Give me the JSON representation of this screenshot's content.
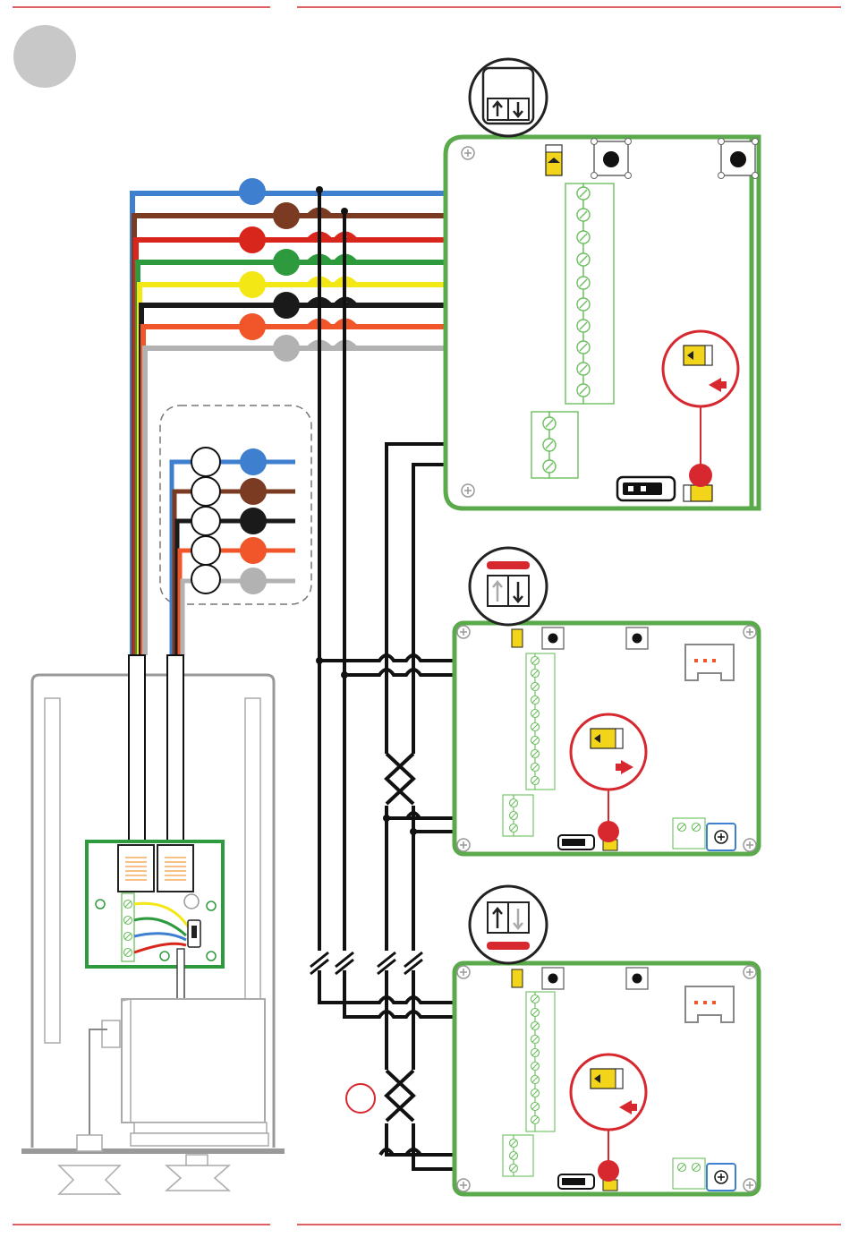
{
  "colors": {
    "accent": "#d7282f",
    "board": "#5aaa4b",
    "terminal": "#6cbf5e",
    "jumper": "#f2d51b",
    "motor_grey": "#9a9a9a",
    "wires": {
      "blue": "#3f7fcf",
      "brown": "#7a3b22",
      "red": "#d9261c",
      "green": "#2e9a3e",
      "yellow": "#f3e716",
      "black": "#1a1a1a",
      "orange": "#f0562a",
      "grey": "#b2b2b2"
    }
  },
  "diagram": {
    "page_badge": "",
    "bus_wires": [
      "blue",
      "brown",
      "red",
      "green",
      "yellow",
      "black",
      "orange",
      "grey"
    ],
    "connector_wires": [
      "blue",
      "brown",
      "black",
      "orange",
      "grey"
    ],
    "step_marker": ""
  },
  "boards": [
    {
      "name": "master-control-board",
      "direction_icon": "up-down-arrows-icon",
      "direction": "both"
    },
    {
      "name": "slave-control-board-1",
      "direction_icon": "down-arrow-icon",
      "direction": "down",
      "indicator": "top-bar"
    },
    {
      "name": "slave-control-board-2",
      "direction_icon": "up-arrow-icon",
      "direction": "up",
      "indicator": "bottom-bar"
    }
  ],
  "icons": [
    "page-number-badge-icon",
    "dip-switch-icon",
    "push-button-icon",
    "screw-terminal-icon",
    "jumper-icon",
    "rj-connector-icon",
    "motor-icon",
    "potentiometer-icon",
    "zoom-detail-icon"
  ]
}
